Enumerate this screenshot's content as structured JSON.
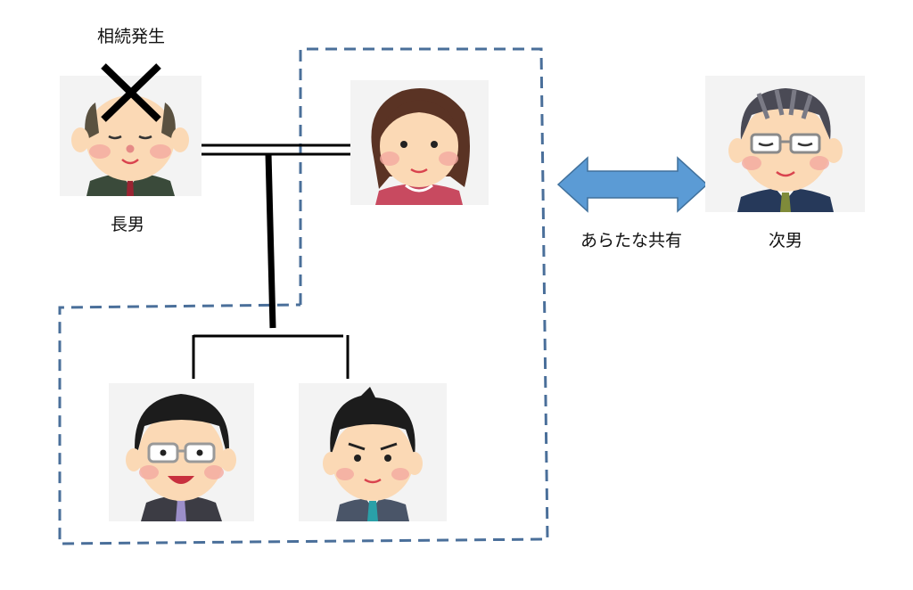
{
  "labels": {
    "inheritance_event": "相続発生",
    "eldest_son": "長男",
    "second_son": "次男",
    "new_co_ownership": "あらたな共有"
  },
  "colors": {
    "dashed_border": "#4a6f9a",
    "arrow_fill": "#5b9bd5",
    "arrow_stroke": "#41719c",
    "line": "#000000",
    "cross": "#000000"
  },
  "icons": {
    "eldest_son": "elderly-man-portrait-icon",
    "wife": "elderly-woman-portrait-icon",
    "second_son": "elderly-man-glasses-portrait-icon",
    "grandchild_1": "man-glasses-portrait-icon",
    "grandchild_2": "boy-portrait-icon",
    "cross": "cross-mark-icon",
    "arrow": "double-arrow-icon"
  }
}
